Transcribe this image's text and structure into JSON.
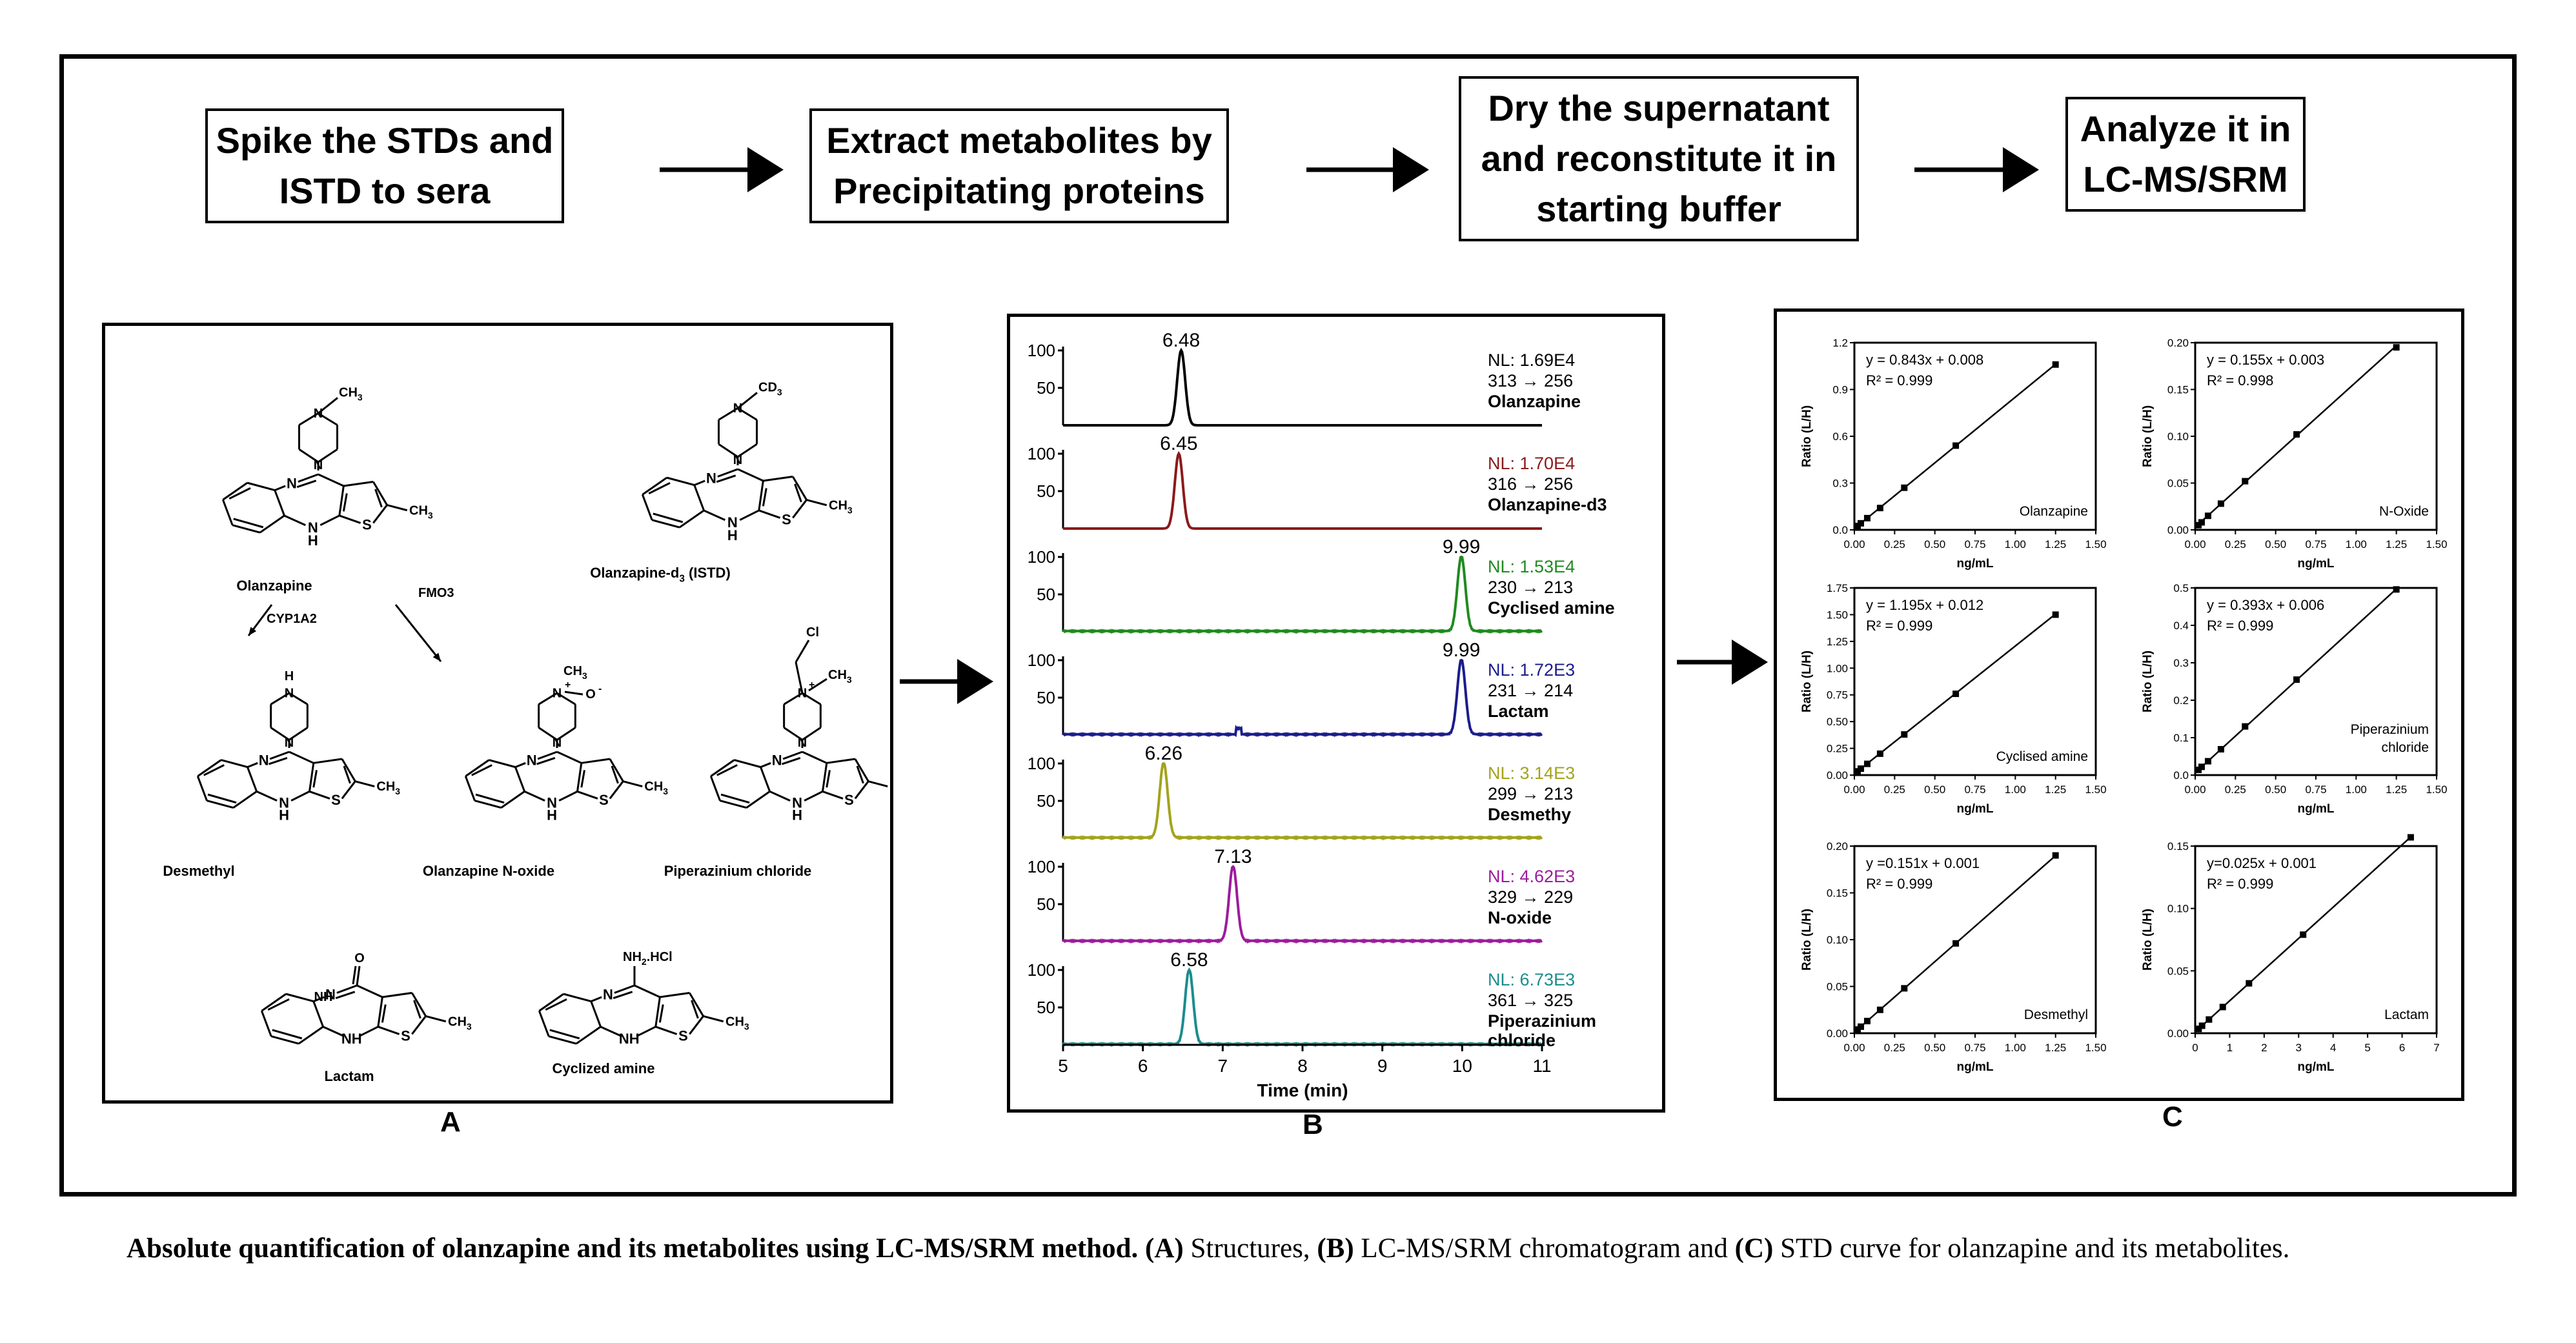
{
  "steps": [
    "Spike the STDs and\nISTD to sera",
    "Extract metabolites by\nPrecipitating proteins",
    "Dry the supernatant\nand reconstitute it in\nstarting buffer",
    "Analyze it in\nLC-MS/SRM"
  ],
  "panel_labels": {
    "a": "A",
    "b": "B",
    "c": "C"
  },
  "structures": {
    "olanzapine": "Olanzapine",
    "olanzapine_d3": "Olanzapine-d",
    "olanzapine_d3_sub": "3",
    "olanzapine_d3_suffix": " (ISTD)",
    "desmethyl": "Desmethyl",
    "n_oxide": "Olanzapine N-oxide",
    "piperazinium": "Piperazinium chloride",
    "lactam": "Lactam",
    "cyclized": "Cyclized amine",
    "cyp": "CYP1A2",
    "fmo": "FMO3",
    "atoms": {
      "N": "N",
      "H": "H",
      "S": "S",
      "NH": "NH",
      "O": "O",
      "Ominus": "O",
      "ch3": "CH",
      "ch3_sub": "3",
      "cd3": "CD",
      "cd3_sub": "3",
      "cl": "Cl",
      "nh2hcl": "NH",
      "nh2hcl_sub": "2",
      "nh2hcl_suffix": ".HCl",
      "minus": "-",
      "plus": "+"
    }
  },
  "chart_data": [
    {
      "type": "line",
      "title": "",
      "xlabel": "Time (min)",
      "ylabel": "",
      "xlim": [
        5,
        11
      ],
      "ylim": [
        0,
        100
      ],
      "xticks": [
        5,
        6,
        7,
        8,
        9,
        10,
        11
      ],
      "yticks": [
        50,
        100
      ],
      "series": [
        {
          "peak_label": "6.48",
          "peak_rt": 6.48,
          "nl": "NL: 1.69E4",
          "transition": "313 → 256",
          "compound": "Olanzapine",
          "color": "#000000"
        },
        {
          "peak_label": "6.45",
          "peak_rt": 6.45,
          "nl": "NL: 1.70E4",
          "transition": "316 → 256",
          "compound": "Olanzapine-d3",
          "color": "#8b1a1a"
        },
        {
          "peak_label": "9.99",
          "peak_rt": 9.99,
          "nl": "NL: 1.53E4",
          "transition": "230 → 213",
          "compound": "Cyclised amine",
          "color": "#1f8a1f"
        },
        {
          "peak_label": "9.99",
          "peak_rt": 9.99,
          "nl": "NL: 1.72E3",
          "transition": "231 → 214",
          "compound": "Lactam",
          "color": "#1c1c8c"
        },
        {
          "peak_label": "6.26",
          "peak_rt": 6.26,
          "nl": "NL: 3.14E3",
          "transition": "299 → 213",
          "compound": "Desmethy",
          "color": "#a3a31c"
        },
        {
          "peak_label": "7.13",
          "peak_rt": 7.13,
          "nl": "NL: 4.62E3",
          "transition": "329 → 229",
          "compound": "N-oxide",
          "color": "#9c1c9c"
        },
        {
          "peak_label": "6.58",
          "peak_rt": 6.58,
          "nl": "NL: 6.73E3",
          "transition": "361 → 325",
          "compound": "Piperazinium\nchloride",
          "color": "#1c8c8c"
        }
      ]
    },
    {
      "type": "scatter",
      "ylabel": "Ratio (L/H)",
      "xlabel": "ng/mL",
      "equation": "y = 0.843x + 0.008",
      "r2": "R² = 0.999",
      "name": "Olanzapine",
      "xlim": [
        0,
        1.5
      ],
      "ylim": [
        0,
        1.2
      ],
      "xticks": [
        "0.00",
        "0.25",
        "0.50",
        "0.75",
        "1.00",
        "1.25",
        "1.50"
      ],
      "yticks": [
        "0.0",
        "0.3",
        "0.6",
        "0.9",
        "1.2"
      ],
      "x": [
        0.02,
        0.04,
        0.08,
        0.16,
        0.31,
        0.63,
        1.25
      ],
      "y": [
        0.025,
        0.042,
        0.075,
        0.14,
        0.27,
        0.54,
        1.06
      ]
    },
    {
      "type": "scatter",
      "ylabel": "Ratio (L/H)",
      "xlabel": "ng/mL",
      "equation": "y = 0.155x + 0.003",
      "r2": "R² = 0.998",
      "name": "N-Oxide",
      "xlim": [
        0,
        1.5
      ],
      "ylim": [
        0,
        0.2
      ],
      "xticks": [
        "0.00",
        "0.25",
        "0.50",
        "0.75",
        "1.00",
        "1.25",
        "1.50"
      ],
      "yticks": [
        "0.00",
        "0.05",
        "0.10",
        "0.15",
        "0.20"
      ],
      "x": [
        0.02,
        0.04,
        0.08,
        0.16,
        0.31,
        0.63,
        1.25
      ],
      "y": [
        0.005,
        0.008,
        0.015,
        0.028,
        0.052,
        0.102,
        0.195
      ]
    },
    {
      "type": "scatter",
      "ylabel": "Ratio (L/H)",
      "xlabel": "ng/mL",
      "equation": "y = 1.195x + 0.012",
      "r2": "R² = 0.999",
      "name": "Cyclised amine",
      "xlim": [
        0,
        1.5
      ],
      "ylim": [
        0,
        1.75
      ],
      "xticks": [
        "0.00",
        "0.25",
        "0.50",
        "0.75",
        "1.00",
        "1.25",
        "1.50"
      ],
      "yticks": [
        "0.00",
        "0.25",
        "0.50",
        "0.75",
        "1.00",
        "1.25",
        "1.50",
        "1.75"
      ],
      "x": [
        0.02,
        0.04,
        0.08,
        0.16,
        0.31,
        0.63,
        1.25
      ],
      "y": [
        0.035,
        0.06,
        0.105,
        0.2,
        0.38,
        0.76,
        1.5
      ]
    },
    {
      "type": "scatter",
      "ylabel": "Ratio (L/H)",
      "xlabel": "ng/mL",
      "equation": "y = 0.393x + 0.006",
      "r2": "R² = 0.999",
      "name": "Piperazinium\nchloride",
      "xlim": [
        0,
        1.5
      ],
      "ylim": [
        0,
        0.5
      ],
      "xticks": [
        "0.00",
        "0.25",
        "0.50",
        "0.75",
        "1.00",
        "1.25",
        "1.50"
      ],
      "yticks": [
        "0.0",
        "0.1",
        "0.2",
        "0.3",
        "0.4",
        "0.5"
      ],
      "x": [
        0.02,
        0.04,
        0.08,
        0.16,
        0.31,
        0.63,
        1.25
      ],
      "y": [
        0.014,
        0.022,
        0.037,
        0.069,
        0.13,
        0.255,
        0.496
      ]
    },
    {
      "type": "scatter",
      "ylabel": "Ratio (L/H)",
      "xlabel": "ng/mL",
      "equation": "y =0.151x + 0.001",
      "r2": "R² = 0.999",
      "name": "Desmethyl",
      "xlim": [
        0,
        1.5
      ],
      "ylim": [
        0,
        0.2
      ],
      "xticks": [
        "0.00",
        "0.25",
        "0.50",
        "0.75",
        "1.00",
        "1.25",
        "1.50"
      ],
      "yticks": [
        "0.00",
        "0.05",
        "0.10",
        "0.15",
        "0.20"
      ],
      "x": [
        0.02,
        0.04,
        0.08,
        0.16,
        0.31,
        0.63,
        1.25
      ],
      "y": [
        0.004,
        0.007,
        0.013,
        0.025,
        0.048,
        0.096,
        0.19
      ]
    },
    {
      "type": "scatter",
      "ylabel": "Ratio (L/H)",
      "xlabel": "ng/mL",
      "equation": "y=0.025x + 0.001",
      "r2": "R² = 0.999",
      "name": "Lactam",
      "xlim": [
        0,
        7
      ],
      "ylim": [
        0,
        0.15
      ],
      "xticks": [
        "0",
        "1",
        "2",
        "3",
        "4",
        "5",
        "6",
        "7"
      ],
      "yticks": [
        "0.00",
        "0.05",
        "0.10",
        "0.15"
      ],
      "x": [
        0.1,
        0.2,
        0.4,
        0.8,
        1.56,
        3.13,
        6.25
      ],
      "y": [
        0.0035,
        0.006,
        0.011,
        0.021,
        0.04,
        0.079,
        0.157
      ]
    }
  ],
  "caption": {
    "bold1": "Absolute quantification of olanzapine and its metabolites using LC-MS/SRM method. (A)",
    "t1": " Structures, ",
    "bold2": "(B)",
    "t2": " LC-MS/SRM chromatogram and ",
    "bold3": "(C)",
    "t3": " STD curve for olanzapine and its metabolites."
  }
}
